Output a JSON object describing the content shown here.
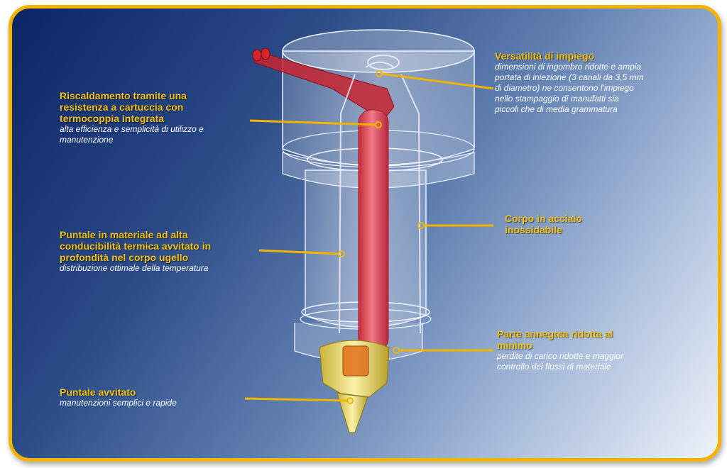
{
  "callouts": {
    "riscaldamento": {
      "title_lines": [
        "Riscaldamento tramite una",
        "resistenza  a cartuccia con",
        "termocoppia integrata"
      ],
      "desc_lines": [
        "alta efficienza e semplicità di utilizzo e",
        "manutenzione"
      ]
    },
    "puntale_materiale": {
      "title_lines": [
        "Puntale in materiale ad alta",
        "conducibilità termica avvitato in",
        "profondità nel corpo ugello"
      ],
      "desc_lines": [
        "distribuzione ottimale della temperatura"
      ]
    },
    "puntale_avvitato": {
      "title_lines": [
        "Puntale avvitato"
      ],
      "desc_lines": [
        "manutenzioni semplici e rapide"
      ]
    },
    "versatilita": {
      "title_lines": [
        "Versatilità di impiego"
      ],
      "desc_lines": [
        "dimensioni di ingombro ridotte e ampia",
        "portata di iniezione (3 canali da 3,5 mm",
        "di diametro) ne consentono l'impiego",
        "nello stampaggio di manufatti sia",
        "piccoli che di media grammatura"
      ]
    },
    "corpo": {
      "title_lines": [
        "Corpo in acciaio",
        "inossidabile"
      ],
      "desc_lines": []
    },
    "parte_annegata": {
      "title_lines": [
        "Parte annegata ridotta al",
        "minimo"
      ],
      "desc_lines": [
        "perdite di carico ridotte e maggior",
        "controllo dei flussi di materiale"
      ]
    }
  },
  "colors": {
    "frame_border": "#f2b400",
    "title_text": "#f5bf10",
    "desc_text": "#ffffff",
    "leader_line": "#f2b400",
    "heater": "#d8232a",
    "tip": "#f2e38a"
  }
}
